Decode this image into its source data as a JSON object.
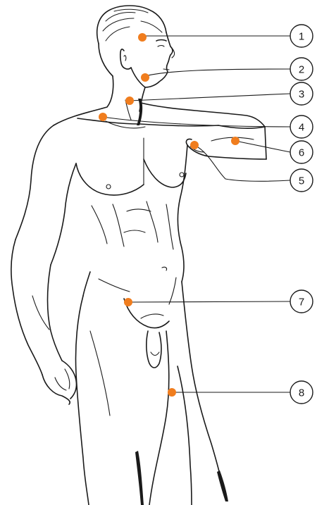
{
  "callouts": [
    {
      "number": "1",
      "site": "temple"
    },
    {
      "number": "2",
      "site": "chin"
    },
    {
      "number": "3",
      "site": "neck"
    },
    {
      "number": "4",
      "site": "clavicle"
    },
    {
      "number": "5",
      "site": "armpit"
    },
    {
      "number": "6",
      "site": "upper-arm"
    },
    {
      "number": "7",
      "site": "groin"
    },
    {
      "number": "8",
      "site": "thigh"
    }
  ],
  "marker_color": "#f07d1e"
}
